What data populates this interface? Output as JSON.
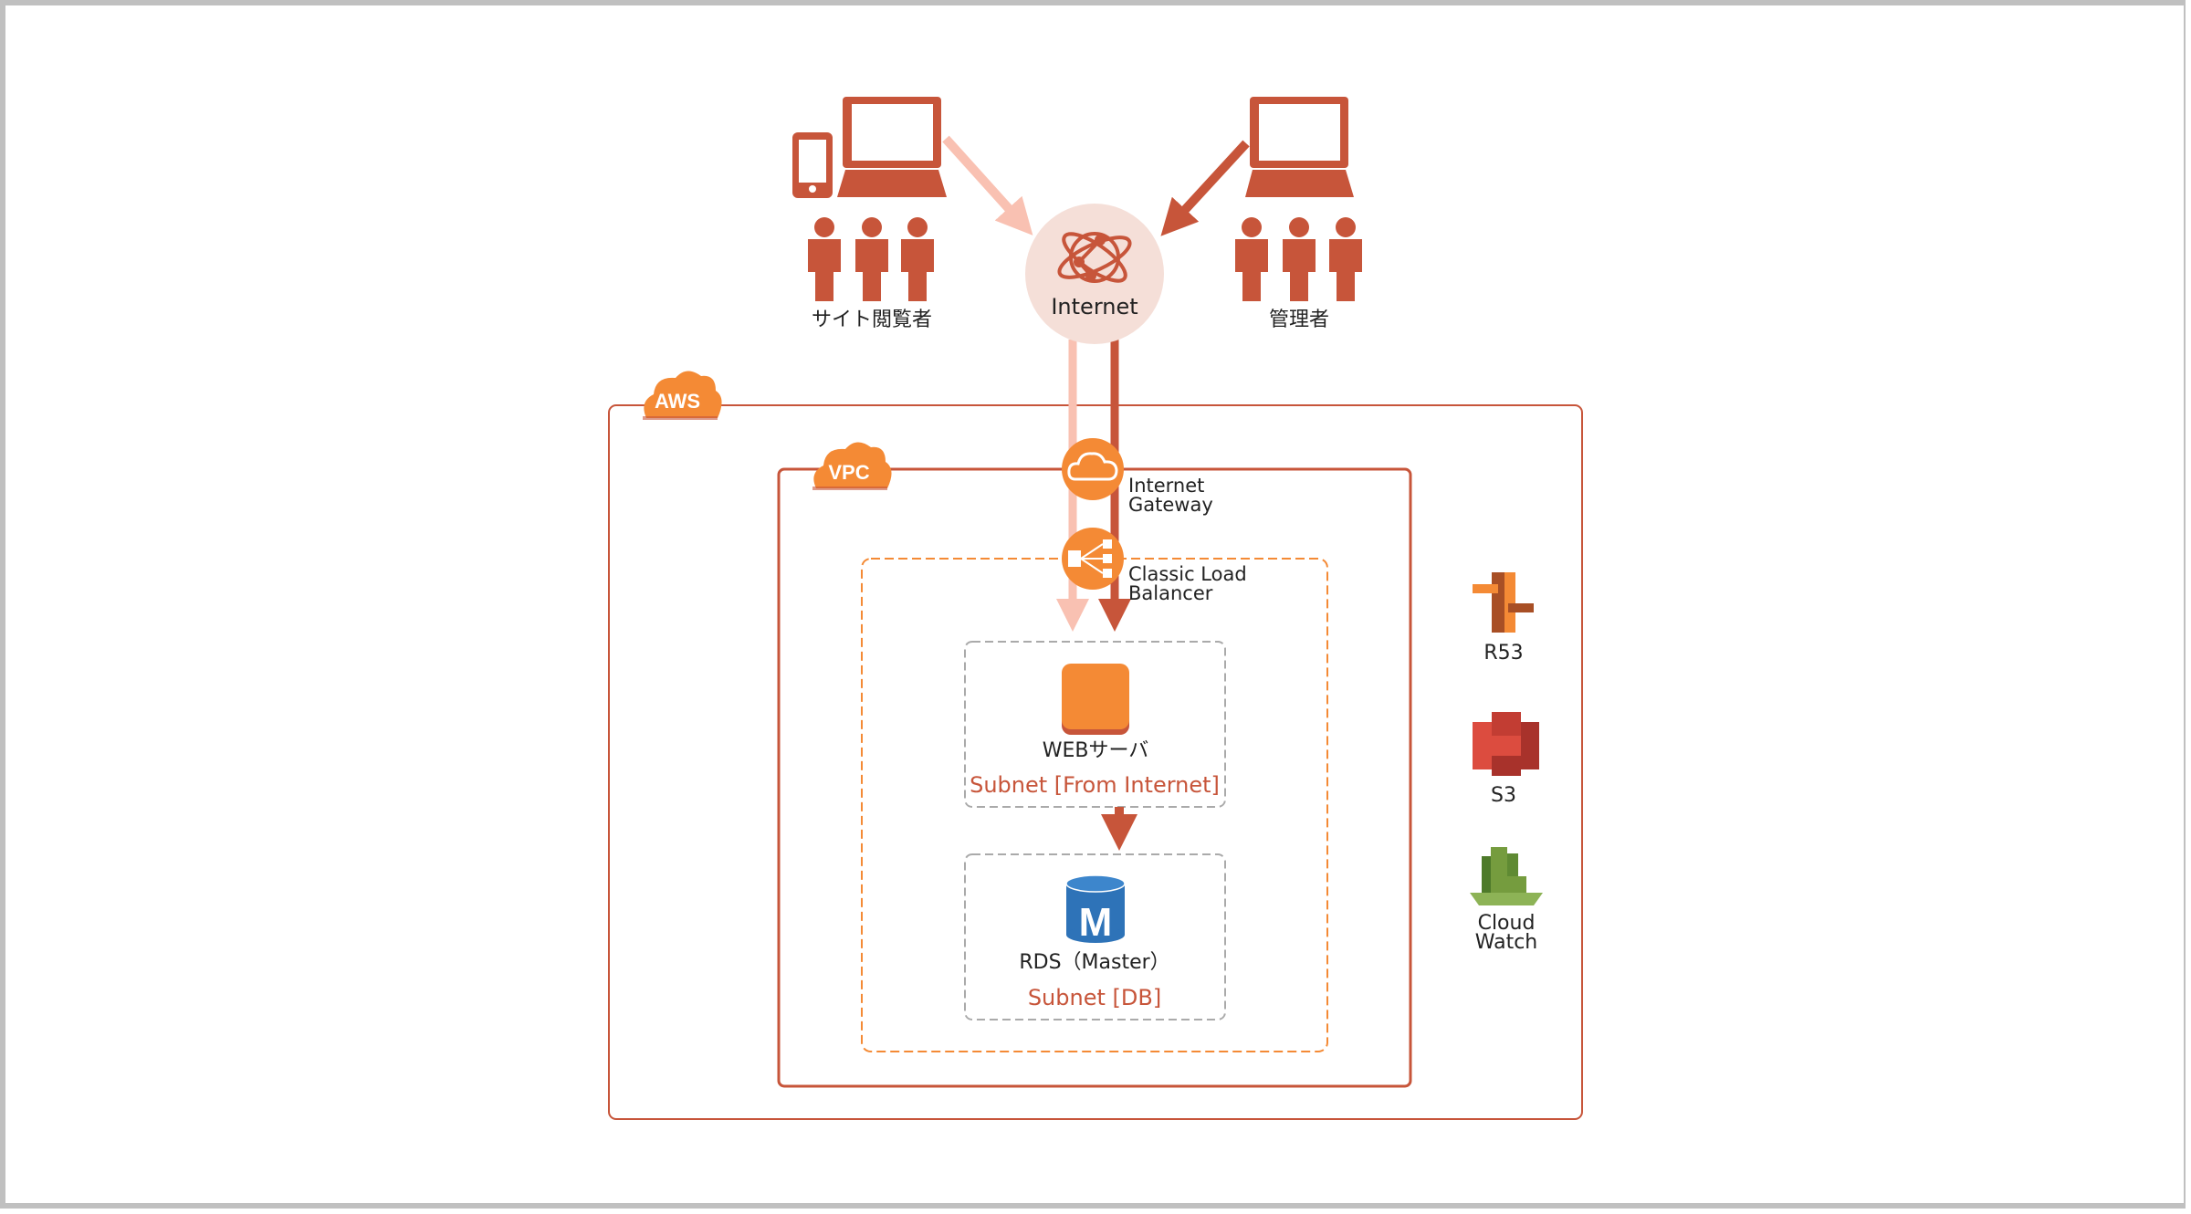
{
  "diagram": {
    "title": "AWS architecture: site viewers and administrators via Internet to WEB server and RDS",
    "colors": {
      "accent_dark": "#c7553a",
      "accent_light": "#f9c1b2",
      "aws_orange": "#f48a35",
      "internet_bg": "#f5dfd8",
      "subnet_border_gray": "#aaaaaa",
      "rds_blue": "#2e73b8",
      "s3_red": "#dc4c3f",
      "cloudwatch_green": "#759c3e"
    },
    "actors": {
      "viewers": {
        "label": "サイト閲覧者",
        "icons": [
          "smartphone-icon",
          "laptop-icon",
          "people-icon"
        ]
      },
      "admins": {
        "label": "管理者",
        "icons": [
          "laptop-icon",
          "people-icon"
        ]
      }
    },
    "internet": {
      "label": "Internet",
      "icon": "globe-network-icon"
    },
    "aws": {
      "badge": "AWS"
    },
    "vpc": {
      "badge": "VPC"
    },
    "internet_gateway": {
      "label": "Internet\nGateway",
      "icon": "cloud-icon"
    },
    "load_balancer": {
      "label": "Classic Load\nBalancer",
      "icon": "load-balancer-icon"
    },
    "web_server": {
      "label": "WEBサーバ",
      "subnet": "Subnet [From Internet]",
      "icon": "ec2-instance-icon"
    },
    "rds": {
      "label": "RDS（Master）",
      "subnet": "Subnet [DB]",
      "icon_letter": "M"
    },
    "services": [
      {
        "label": "R53",
        "icon": "route53-icon"
      },
      {
        "label": "S3",
        "icon": "s3-icon"
      },
      {
        "label": "Cloud\nWatch",
        "icon": "cloudwatch-icon"
      }
    ],
    "flows": [
      {
        "from": "サイト閲覧者",
        "to": "Internet",
        "style": "light"
      },
      {
        "from": "管理者",
        "to": "Internet",
        "style": "dark"
      },
      {
        "from": "Internet",
        "to": "WEBサーバ",
        "style": "light"
      },
      {
        "from": "Internet",
        "to": "WEBサーバ",
        "style": "dark"
      },
      {
        "from": "WEBサーバ",
        "to": "RDS（Master）",
        "style": "dark"
      }
    ]
  }
}
